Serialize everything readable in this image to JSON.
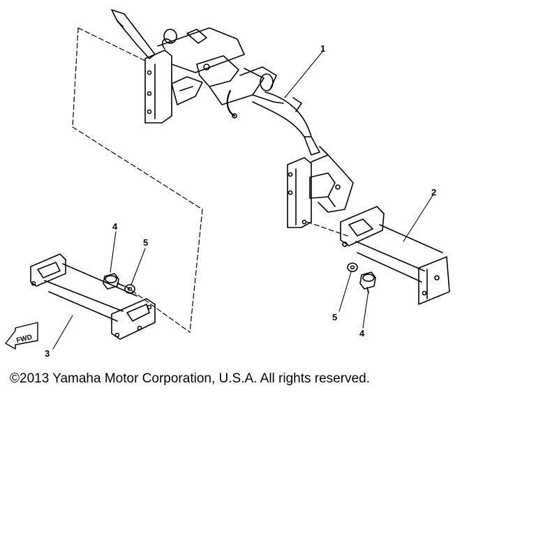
{
  "labels": {
    "part_1": "1",
    "part_2": "2",
    "part_3": "3",
    "part_4_left": "4",
    "part_5_left": "5",
    "part_4_right": "4",
    "part_5_right": "5",
    "fwd": "FWD"
  },
  "copyright": "©2013 Yamaha Motor Corporation, U.S.A. All rights reserved."
}
